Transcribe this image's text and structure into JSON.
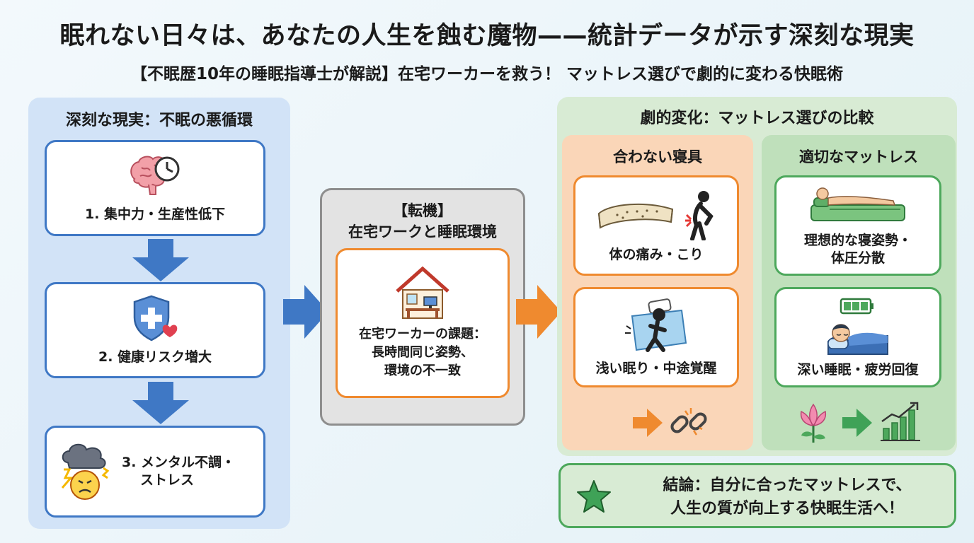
{
  "title": "眠れない日々は、あなたの人生を蝕む魔物——統計データが示す深刻な現実",
  "subtitle": "【不眠歴10年の睡眠指導士が解説】在宅ワーカーを救う！ マットレス選びで劇的に変わる快眠術",
  "left_panel": {
    "title": "深刻な現実：不眠の悪循環",
    "steps": [
      {
        "label": "1. 集中力・生産性低下",
        "icon": "brain-clock-icon"
      },
      {
        "label": "2. 健康リスク増大",
        "icon": "shield-heart-icon"
      },
      {
        "label": "3. メンタル不調・",
        "label2": "ストレス",
        "icon": "storm-cloud-face-icon"
      }
    ]
  },
  "middle_panel": {
    "title_line1": "【転機】",
    "title_line2": "在宅ワークと睡眠環境",
    "card_line1": "在宅ワーカーの課題：",
    "card_line2": "長時間同じ姿勢、",
    "card_line3": "環境の不一致",
    "icon": "house-desk-icon"
  },
  "right_panel": {
    "title": "劇的変化：マットレス選びの比較",
    "bad": {
      "title": "合わない寝具",
      "items": [
        {
          "label": "体の痛み・こり",
          "icon": "worn-mattress-back-pain-icon"
        },
        {
          "label": "浅い眠り・中途覚醒",
          "icon": "restless-sleeper-icon"
        }
      ],
      "footer_icons": [
        "arrow-right-icon",
        "broken-chain-icon"
      ]
    },
    "good": {
      "title": "適切なマットレス",
      "items": [
        {
          "label": "理想的な寝姿勢・",
          "label2": "体圧分散",
          "icon": "person-on-mattress-icon"
        },
        {
          "label": "深い睡眠・疲労回復",
          "icon": "battery-sleeper-icon"
        }
      ],
      "footer_icons": [
        "lotus-icon",
        "arrow-right-icon",
        "growth-chart-icon"
      ]
    }
  },
  "conclusion": {
    "line1": "結論：自分に合ったマットレスで、",
    "line2": "人生の質が向上する快眠生活へ！",
    "icon": "star-icon"
  },
  "colors": {
    "blue": "#3f78c5",
    "orange": "#ef8a2f",
    "green": "#4da85c",
    "gray": "#8e8e8e"
  }
}
